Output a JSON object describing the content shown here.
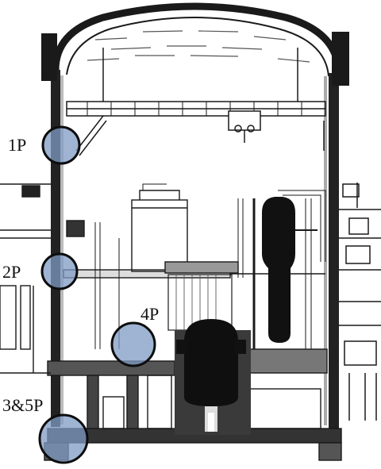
{
  "figure": {
    "description_labels": {
      "point_1": "1P",
      "point_2": "2P",
      "point_4": "4P",
      "point_3_5": "3&5P"
    },
    "colors": {
      "line": "#1a1a1a",
      "marker_fill": "#7f9bc4",
      "marker_stroke": "#0d0d0d",
      "background": "#ffffff",
      "equipment_dark": "#111111"
    }
  }
}
